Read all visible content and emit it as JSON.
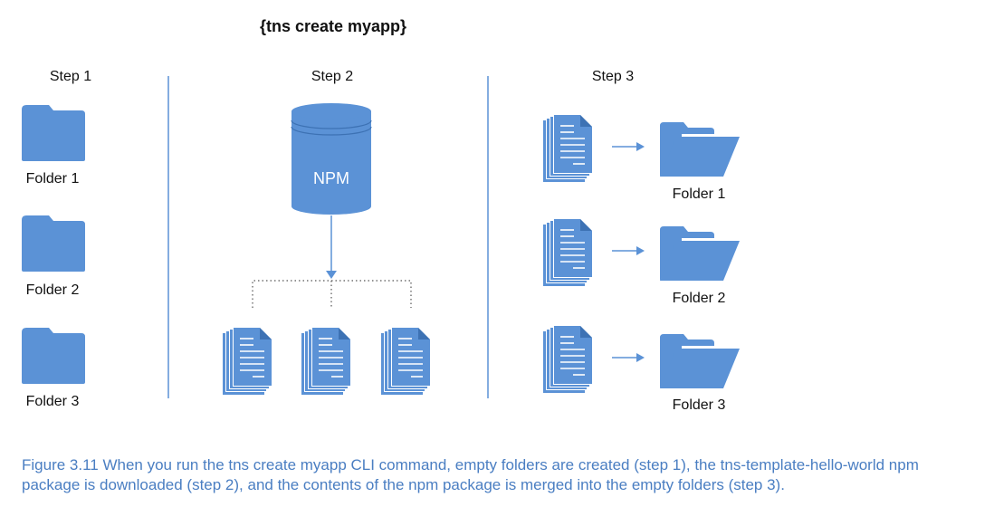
{
  "title": "{tns create myapp}",
  "step1": {
    "label": "Step 1",
    "folders": [
      "Folder 1",
      "Folder 2",
      "Folder 3"
    ]
  },
  "step2": {
    "label": "Step 2",
    "cylinder_label": "NPM"
  },
  "step3": {
    "label": "Step 3",
    "folders": [
      "Folder 1",
      "Folder 2",
      "Folder 3"
    ]
  },
  "caption": "Figure 3.11 When you run the tns create myapp CLI command, empty folders are created (step 1), the tns-template-hello-world npm package is downloaded (step 2), and the contents of the npm package is merged into the empty folders (step 3).",
  "colors": {
    "icon_blue": "#5B92D6",
    "icon_dark": "#3D72B4",
    "caption_blue": "#4A7EC2"
  }
}
